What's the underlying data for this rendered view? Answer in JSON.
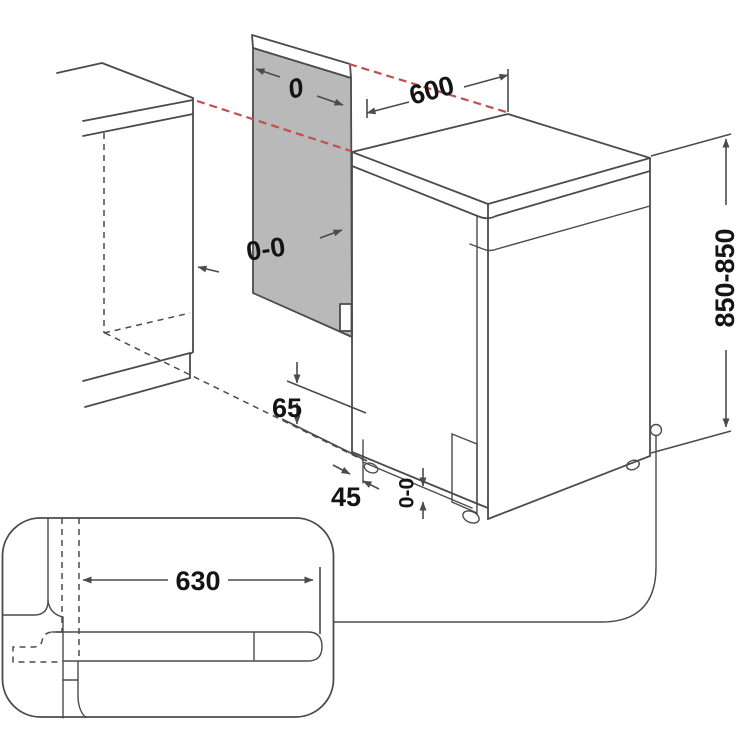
{
  "diagram": {
    "description": "Freestanding dishwasher installation dimensions diagram",
    "labels": {
      "panel_thickness": "0",
      "width": "600",
      "side_gap": "0-0",
      "height": "850-850",
      "base_height": "65",
      "plinth_recess": "45",
      "foot_adjust": "0-0",
      "detail_depth": "630"
    },
    "colors": {
      "line": "#4b4b4b",
      "accent_red": "#c0504d",
      "panel_fill": "#b9b9b9",
      "text": "#141414",
      "background": "#ffffff"
    }
  }
}
